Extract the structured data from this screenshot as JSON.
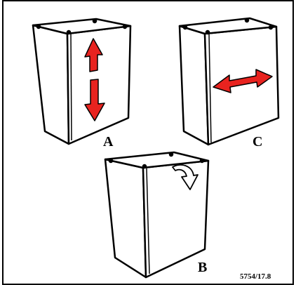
{
  "labels": {
    "a": "A",
    "b": "B",
    "c": "C",
    "code": "5754/17.8"
  },
  "colors": {
    "arrow_fill": "#e8231f",
    "outline": "#000000",
    "background": "#ffffff"
  }
}
